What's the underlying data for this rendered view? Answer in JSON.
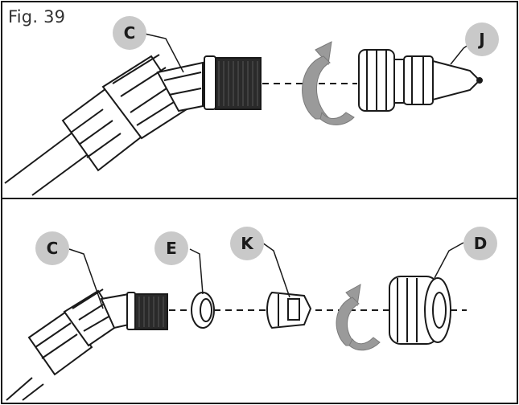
{
  "figure": {
    "label": "Fig. 39"
  },
  "callouts": {
    "top_c": "C",
    "top_j": "J",
    "bottom_c": "C",
    "bottom_e": "E",
    "bottom_k": "K",
    "bottom_d": "D"
  },
  "colors": {
    "outline": "#1a1a1a",
    "callout_fill": "#c9c9c9",
    "arrow_fill": "#9a9a9a",
    "thread_fill": "#2a2a2a"
  },
  "icons": {
    "rotation_arrow": "curved-arrow-icon"
  }
}
